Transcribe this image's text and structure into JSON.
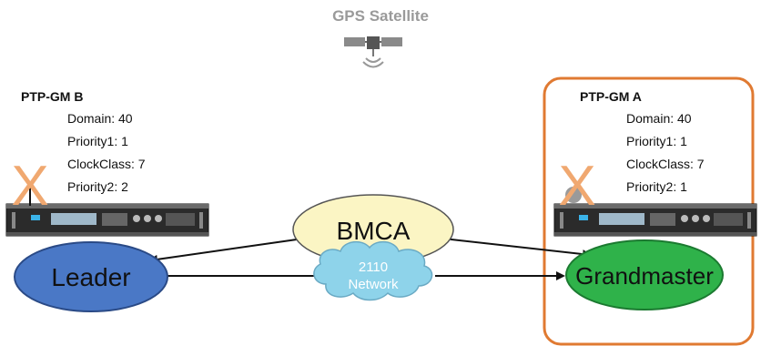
{
  "satellite": {
    "title": "GPS Satellite",
    "icon": "satellite-icon"
  },
  "gm_b": {
    "name": "PTP-GM B",
    "params": [
      "Domain: 40",
      "Priority1: 1",
      "ClockClass: 7",
      "Priority2: 2"
    ],
    "failed_marker": "X"
  },
  "gm_a": {
    "name": "PTP-GM A",
    "params": [
      "Domain: 40",
      "Priority1: 1",
      "ClockClass: 7",
      "Priority2: 1"
    ],
    "failed_marker": "X"
  },
  "bmca": {
    "label": "BMCA"
  },
  "network": {
    "line1": "2110",
    "line2": "Network"
  },
  "leader": {
    "label": "Leader"
  },
  "grandmaster": {
    "label": "Grandmaster"
  },
  "colors": {
    "leader_fill": "#4a78c6",
    "grandmaster_fill": "#2fb24a",
    "bmca_fill": "#fbf5c4",
    "cloud_fill": "#8ed3ea",
    "highlight_border": "#e07a32",
    "x_marker": "#f0a870"
  }
}
